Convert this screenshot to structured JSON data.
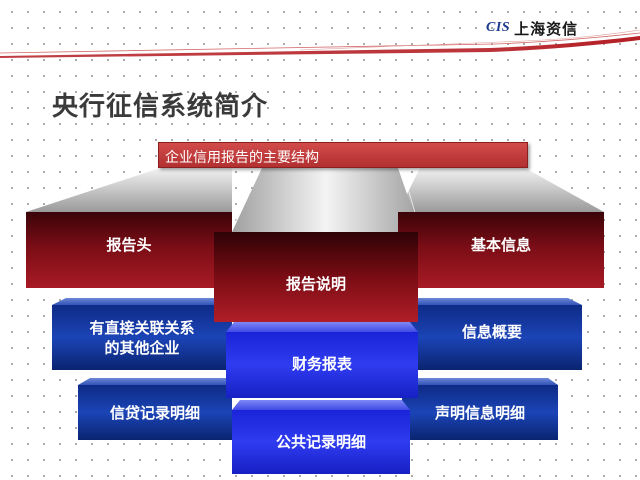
{
  "brand": {
    "mark": "CIS",
    "name": "上海资信"
  },
  "slide": {
    "title": "央行征信系统简介",
    "banner": "企业信用报告的主要结构"
  },
  "blocks": {
    "report_header": "报告头",
    "basic_info": "基本信息",
    "report_notes": "报告说明",
    "related_companies": "有直接关联关系\n的其他企业",
    "info_summary": "信息概要",
    "financial_statements": "财务报表",
    "credit_records": "信贷记录明细",
    "statement_details": "声明信息明细",
    "public_records": "公共记录明细"
  },
  "colors": {
    "dark_red": "#5a0a10",
    "red": "#b01e28",
    "blue": "#1a3fb0",
    "bright_blue": "#1f2de0",
    "banner_red": "#c23a3a",
    "header_line": "#b41e24"
  }
}
